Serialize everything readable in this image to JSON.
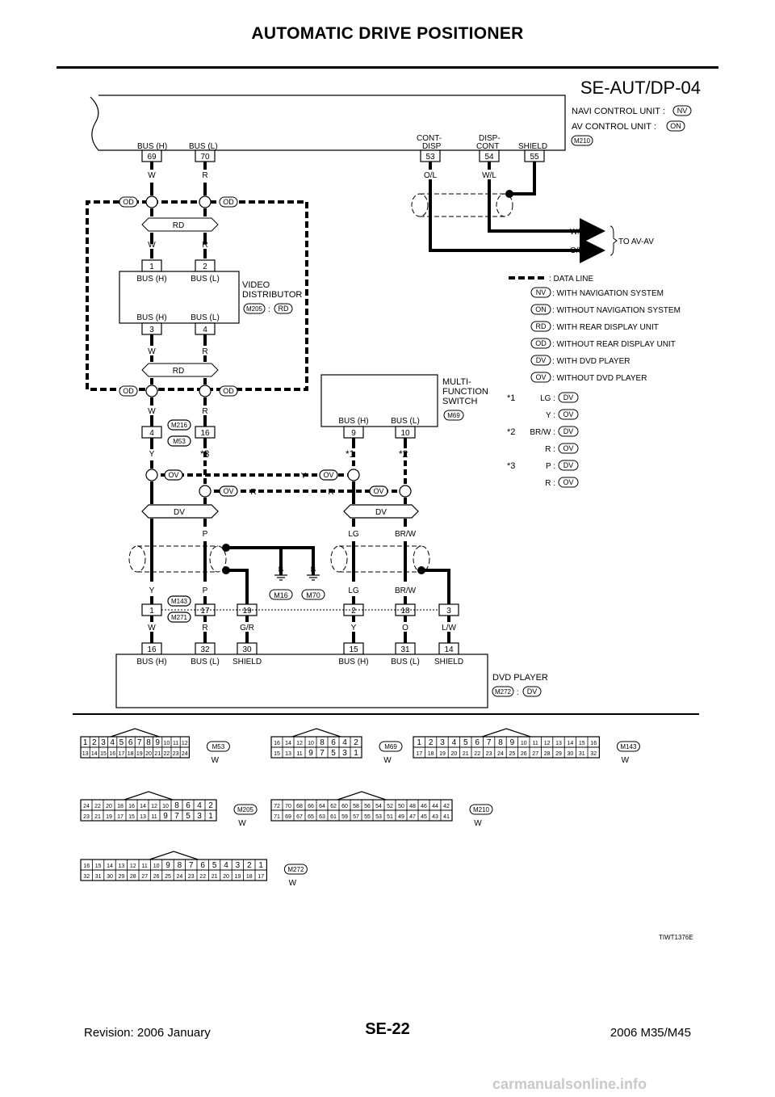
{
  "header": {
    "title": "AUTOMATIC DRIVE POSITIONER",
    "diagram_id": "SE-AUT/DP-04"
  },
  "units": {
    "navi": {
      "label": "NAVI CONTROL UNIT :",
      "tag": "NV"
    },
    "av": {
      "label": "AV CONTROL UNIT :",
      "tag": "ON"
    },
    "av_conn": "M210",
    "video_distributor": {
      "line1": "VIDEO",
      "line2": "DISTRIBUTOR",
      "conn": "M205",
      "tag": "RD"
    },
    "multi_switch": {
      "line1": "MULTI-",
      "line2": "FUNCTION",
      "line3": "SWITCH",
      "conn": "M69"
    },
    "dvd_player": {
      "label": "DVD PLAYER",
      "conn": "M272",
      "tag": "DV"
    },
    "to_av": "TO AV-AV",
    "colon": ":"
  },
  "pins": {
    "p69": "69",
    "p70": "70",
    "p53": "53",
    "p54": "54",
    "p55": "55",
    "vd1": "1",
    "vd2": "2",
    "vd3": "3",
    "vd4": "4",
    "m53_4": "4",
    "m53_16": "16",
    "m69_9": "9",
    "m69_10": "10",
    "m143_1": "1",
    "m143_17": "17",
    "m143_19": "19",
    "m143_2": "2",
    "m143_18": "18",
    "m143_3": "3",
    "dvd16": "16",
    "dvd32": "32",
    "dvd30": "30",
    "dvd15": "15",
    "dvd31": "31",
    "dvd14": "14"
  },
  "pin_labels": {
    "bus_h": "BUS (H)",
    "bus_l": "BUS (L)",
    "cont_disp_1": "CONT-",
    "cont_disp_2": "DISP",
    "disp_cont_1": "DISP-",
    "disp_cont_2": "CONT",
    "shield": "SHIELD"
  },
  "wires": {
    "W": "W",
    "R": "R",
    "Y": "Y",
    "P": "P",
    "LG": "LG",
    "BRW": "BR/W",
    "B": "B",
    "OL": "O/L",
    "WL": "W/L",
    "GR": "G/R",
    "O": "O",
    "LW": "L/W"
  },
  "tags": {
    "OD": "OD",
    "RD": "RD",
    "OV": "OV",
    "DV": "DV"
  },
  "connectors": {
    "M216": "M216",
    "M53": "M53",
    "M143": "M143",
    "M271": "M271",
    "M16": "M16",
    "M70": "M70"
  },
  "stars": {
    "s1": "1",
    "s2": "2",
    "s3": "3"
  },
  "legend": {
    "data_line": ": DATA LINE",
    "items": [
      {
        "tag": "NV",
        "text": ": WITH NAVIGATION SYSTEM"
      },
      {
        "tag": "ON",
        "text": ": WITHOUT NAVIGATION SYSTEM"
      },
      {
        "tag": "RD",
        "text": ": WITH REAR DISPLAY UNIT"
      },
      {
        "tag": "OD",
        "text": ": WITHOUT REAR DISPLAY UNIT"
      },
      {
        "tag": "DV",
        "text": ": WITH DVD PLAYER"
      },
      {
        "tag": "OV",
        "text": ": WITHOUT DVD PLAYER"
      }
    ],
    "notes": [
      {
        "star": "1",
        "color": "LG :",
        "tag": "DV"
      },
      {
        "star": "",
        "color": "Y :",
        "tag": "OV"
      },
      {
        "star": "2",
        "color": "BR/W :",
        "tag": "DV"
      },
      {
        "star": "",
        "color": "R :",
        "tag": "OV"
      },
      {
        "star": "3",
        "color": "P :",
        "tag": "DV"
      },
      {
        "star": "",
        "color": "R :",
        "tag": "OV"
      }
    ]
  },
  "connector_faces": [
    {
      "name": "M53",
      "color": "W",
      "top": [
        "1",
        "2",
        "3",
        "4",
        "5",
        "6",
        "7",
        "8",
        "9",
        "10",
        "11",
        "12"
      ],
      "bottom": [
        "13",
        "14",
        "15",
        "16",
        "17",
        "18",
        "19",
        "20",
        "21",
        "22",
        "23",
        "24"
      ]
    },
    {
      "name": "M69",
      "color": "W",
      "top": [
        "16",
        "14",
        "12",
        "10",
        "8",
        "6",
        "4",
        "2"
      ],
      "bottom": [
        "15",
        "13",
        "11",
        "9",
        "7",
        "5",
        "3",
        "1"
      ]
    },
    {
      "name": "M143",
      "color": "W",
      "top": [
        "1",
        "2",
        "3",
        "4",
        "5",
        "6",
        "7",
        "8",
        "9",
        "10",
        "11",
        "12",
        "13",
        "14",
        "15",
        "16"
      ],
      "bottom": [
        "17",
        "18",
        "19",
        "20",
        "21",
        "22",
        "23",
        "24",
        "25",
        "26",
        "27",
        "28",
        "29",
        "30",
        "31",
        "32"
      ]
    },
    {
      "name": "M205",
      "color": "W",
      "top": [
        "24",
        "22",
        "20",
        "18",
        "16",
        "14",
        "12",
        "10",
        "8",
        "6",
        "4",
        "2"
      ],
      "bottom": [
        "23",
        "21",
        "19",
        "17",
        "15",
        "13",
        "11",
        "9",
        "7",
        "5",
        "3",
        "1"
      ]
    },
    {
      "name": "M210",
      "color": "W",
      "top": [
        "72",
        "70",
        "68",
        "66",
        "64",
        "62",
        "60",
        "58",
        "56",
        "54",
        "52",
        "50",
        "48",
        "46",
        "44",
        "42"
      ],
      "bottom": [
        "71",
        "69",
        "67",
        "65",
        "63",
        "61",
        "59",
        "57",
        "55",
        "53",
        "51",
        "49",
        "47",
        "45",
        "43",
        "41"
      ]
    },
    {
      "name": "M272",
      "color": "W",
      "top": [
        "16",
        "15",
        "14",
        "13",
        "12",
        "11",
        "10",
        "9",
        "8",
        "7",
        "6",
        "5",
        "4",
        "3",
        "2",
        "1"
      ],
      "bottom": [
        "32",
        "31",
        "30",
        "29",
        "28",
        "27",
        "26",
        "25",
        "24",
        "23",
        "22",
        "21",
        "20",
        "19",
        "18",
        "17"
      ]
    }
  ],
  "footer": {
    "ref": "TIWT1376E",
    "revision": "Revision: 2006 January",
    "page": "SE-22",
    "model": "2006 M35/M45"
  },
  "watermark": "carmanualsonline.info"
}
